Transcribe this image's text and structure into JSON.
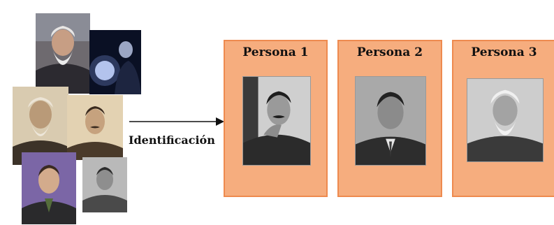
{
  "diagram": {
    "label": "Identificación",
    "personas": [
      {
        "title": "Persona 1"
      },
      {
        "title": "Persona 2"
      },
      {
        "title": "Persona 3"
      }
    ]
  },
  "colors": {
    "box_fill": "#f6ad7e",
    "box_border": "#ee8a4f",
    "arrow": "#111111"
  }
}
